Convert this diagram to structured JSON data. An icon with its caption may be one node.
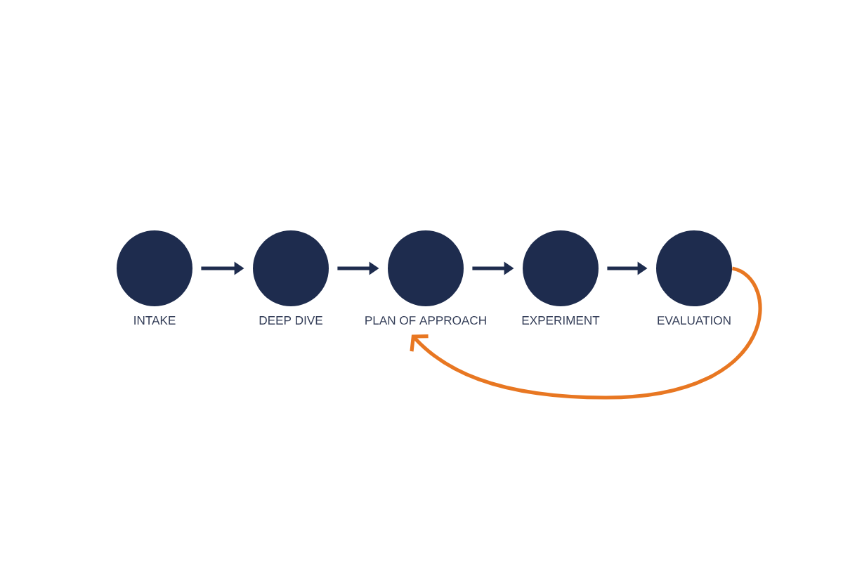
{
  "diagram": {
    "nodes": [
      {
        "text": [
          "INTAKE"
        ]
      },
      {
        "text": [
          "DEEP DIVE"
        ]
      },
      {
        "text": [
          "PLAN OF APPROACH"
        ]
      },
      {
        "text": [
          "EXPERIMENT"
        ]
      },
      {
        "text": [
          "EVALUATION"
        ]
      }
    ],
    "edges": [
      {
        "from": 0,
        "to": 1,
        "arrow": "to"
      },
      {
        "from": 1,
        "to": 2,
        "arrow": "to"
      },
      {
        "from": 2,
        "to": 3,
        "arrow": "to"
      },
      {
        "from": 3,
        "to": 4,
        "arrow": "to"
      },
      {
        "from": 4,
        "to": 2,
        "arrow": "to",
        "color": "#e87722"
      }
    ]
  }
}
